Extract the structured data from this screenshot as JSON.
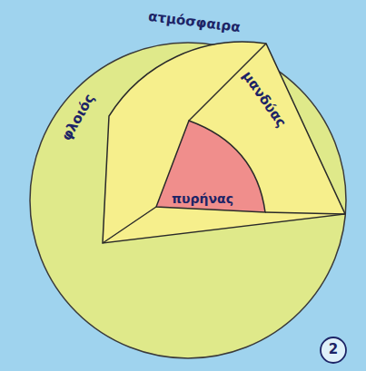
{
  "diagram": {
    "nodes": [
      {
        "text": [
          "φλοιός"
        ]
      },
      {
        "text": [
          "μανδύας"
        ],
        "in": 0
      },
      {
        "text": [
          "πυρήνας"
        ],
        "in": 1
      }
    ],
    "labels": [
      "ατμόσφαιρα",
      "2"
    ]
  }
}
